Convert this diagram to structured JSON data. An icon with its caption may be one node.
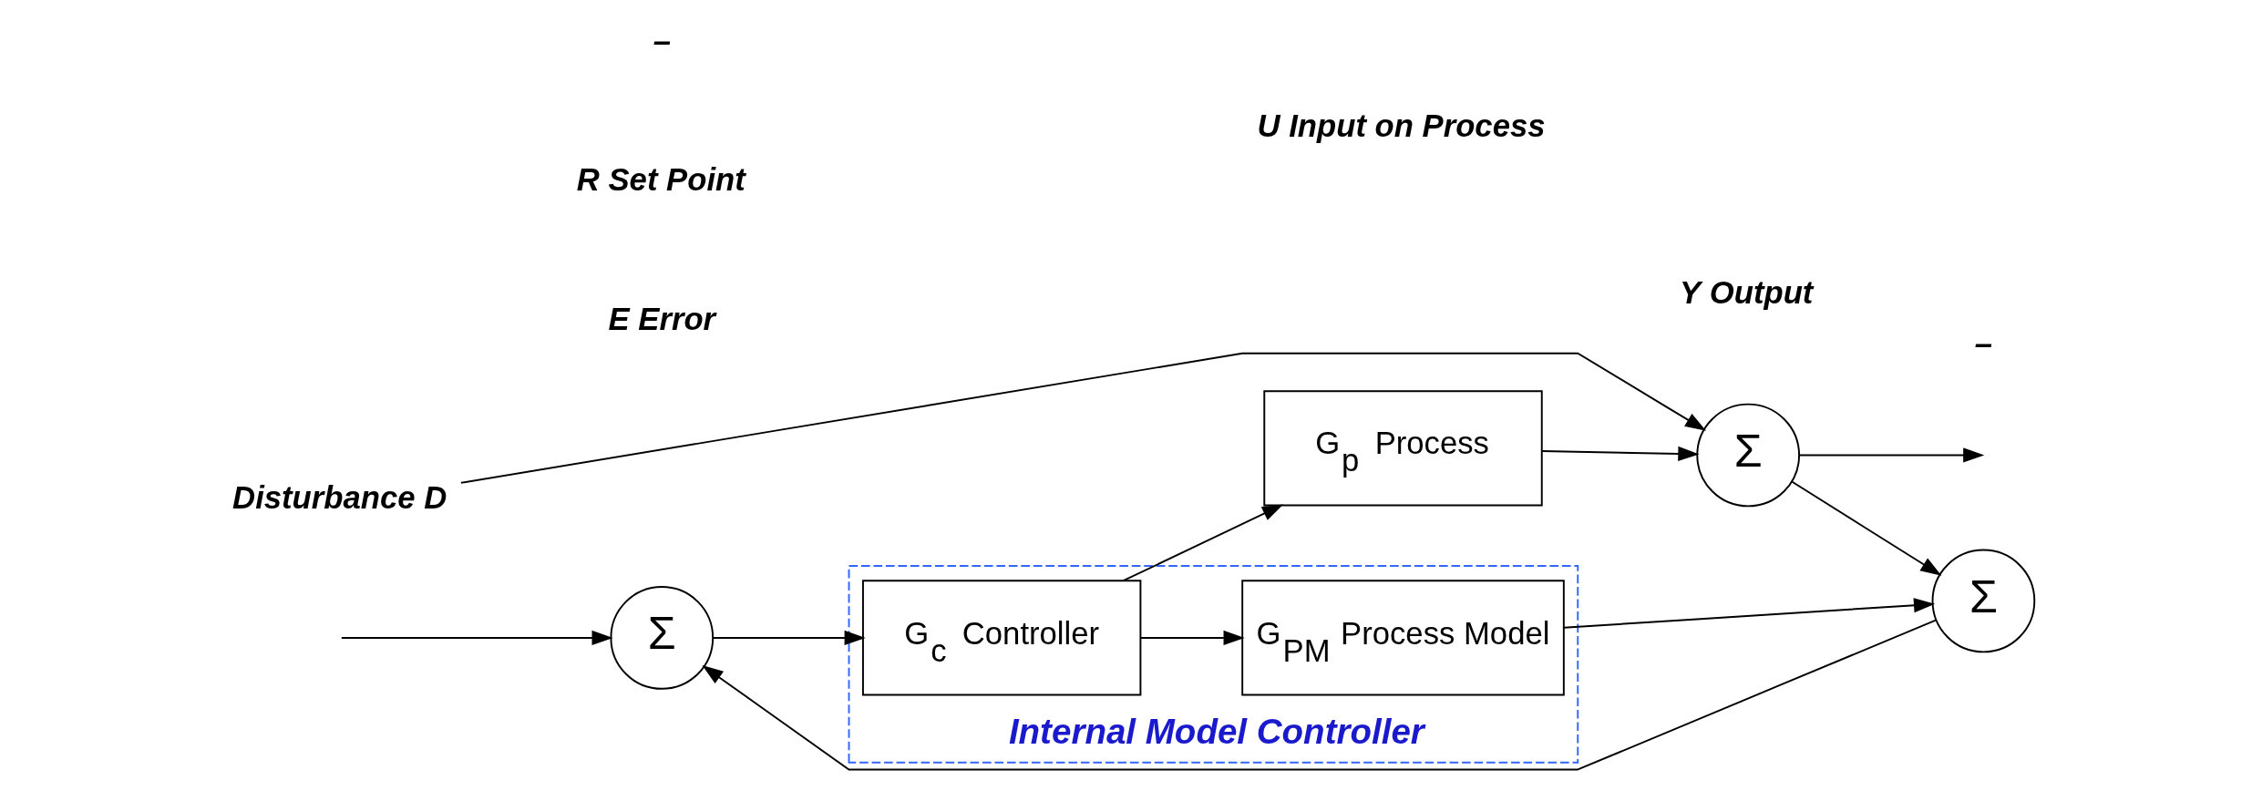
{
  "diagram": {
    "nodes": [
      {
        "text": [
          "Internal Model Controller"
        ]
      },
      {
        "text": [
          "Σ"
        ]
      },
      {
        "text": [
          "G$_{c}$ Controller"
        ],
        "in": 0
      },
      {
        "text": [
          "G$_{p}$ Process"
        ]
      },
      {
        "text": [
          "Σ"
        ]
      },
      {
        "text": [
          "G$_{PM}$ Process Model"
        ],
        "in": 0
      },
      {
        "text": [
          "Σ"
        ]
      },
      {
        "text": [
          "Disturbance D"
        ]
      }
    ],
    "edges": [
      {
        "from": null,
        "to": 1,
        "arrow": "to"
      },
      {
        "from": 1,
        "to": 2,
        "arrow": "to"
      },
      {
        "from": 2,
        "to": 3,
        "arrow": "to"
      },
      {
        "from": 2,
        "to": 5,
        "arrow": "to"
      },
      {
        "from": 3,
        "to": 4,
        "arrow": "to"
      },
      {
        "from": 7,
        "to": 4,
        "arrow": "to"
      },
      {
        "from": 4,
        "to": null,
        "arrow": "to"
      },
      {
        "from": 4,
        "to": 6,
        "arrow": "to"
      },
      {
        "from": 5,
        "to": 6,
        "arrow": "to"
      },
      {
        "from": 6,
        "to": 1,
        "arrow": "to"
      }
    ],
    "labels": [
      "E Error",
      "U Input on Process",
      "Y Output",
      "R Set Point",
      "–",
      "–"
    ]
  }
}
